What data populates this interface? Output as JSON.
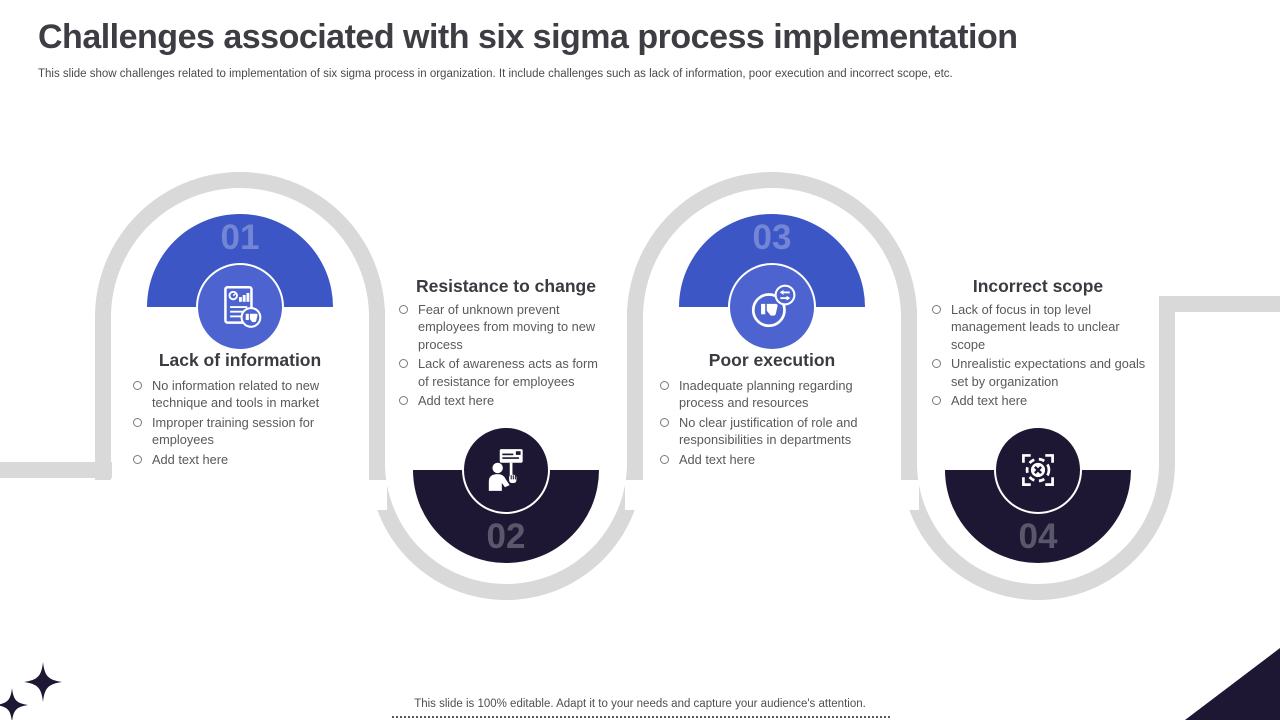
{
  "slide": {
    "title": "Challenges associated with six sigma process implementation",
    "subtitle": "This slide show challenges related to implementation of six sigma process in organization. It include challenges such as lack of information, poor execution and incorrect scope, etc.",
    "footer": "This slide is 100% editable. Adapt it to your needs and capture your audience's attention.",
    "colors": {
      "accent_blue": "#3d56c5",
      "accent_blue_light": "#4c63d0",
      "accent_dark": "#1d1733",
      "track_gray": "#d9d9d9",
      "heading_text": "#3a3a40",
      "body_text": "#595959"
    }
  },
  "stages": [
    {
      "number": "01",
      "heading": "Lack of information",
      "icon": "report-analysis-icon",
      "bullets": [
        "No information related to new technique and tools in market",
        "Improper training session for employees",
        "Add text here"
      ]
    },
    {
      "number": "02",
      "heading": "Resistance to change",
      "icon": "protest-sign-icon",
      "bullets": [
        "Fear of unknown prevent employees from moving to new process",
        "Lack of awareness acts as form of resistance for employees",
        "Add text here"
      ]
    },
    {
      "number": "03",
      "heading": "Poor execution",
      "icon": "thumbs-down-icon",
      "bullets": [
        "Inadequate planning regarding process and resources",
        "No clear justification of role and responsibilities in departments",
        "Add text here"
      ]
    },
    {
      "number": "04",
      "heading": "Incorrect scope",
      "icon": "target-scope-icon",
      "bullets": [
        "Lack of focus in top level management leads to unclear scope",
        "Unrealistic expectations and goals set by organization",
        "Add text here"
      ]
    }
  ]
}
